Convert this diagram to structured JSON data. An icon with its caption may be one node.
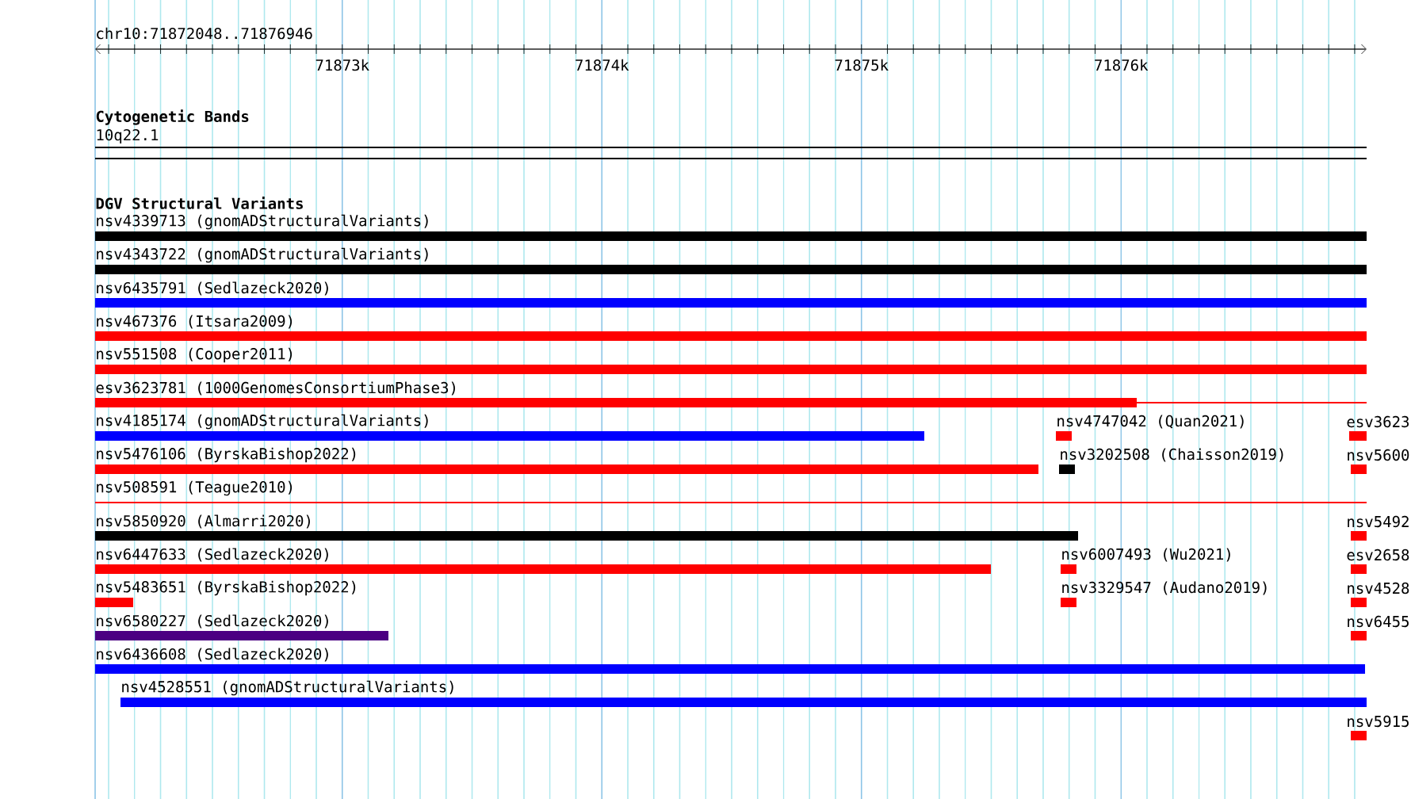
{
  "diagram": {
    "nodes": [
      {
        "text": [
          "nsv4339713 (gnomADStructuralVariants)"
        ]
      },
      {
        "text": [
          "nsv4343722 (gnomADStructuralVariants)"
        ]
      },
      {
        "text": [
          "nsv6435791 (Sedlazeck2020)"
        ]
      },
      {
        "text": [
          "nsv467376 (Itsara2009)"
        ]
      },
      {
        "text": [
          "nsv551508 (Cooper2011)"
        ]
      },
      {
        "text": [
          "esv3623781 (1000GenomesConsortiumPhase3)"
        ]
      },
      {
        "text": [
          "nsv4185174 (gnomADStructuralVariants)"
        ]
      },
      {
        "text": [
          "nsv4747042 (Quan2021)"
        ]
      },
      {
        "text": [
          "esv3623"
        ]
      },
      {
        "text": [
          "nsv5476106 (ByrskaBishop2022)"
        ]
      },
      {
        "text": [
          "nsv3202508 (Chaisson2019)"
        ]
      },
      {
        "text": [
          "nsv5600"
        ]
      },
      {
        "text": [
          "nsv508591 (Teague2010)"
        ]
      },
      {
        "text": [
          "nsv5850920 (Almarri2020)"
        ]
      },
      {
        "text": [
          "nsv5492"
        ]
      },
      {
        "text": [
          "nsv6447633 (Sedlazeck2020)"
        ]
      },
      {
        "text": [
          "nsv6007493 (Wu2021)"
        ]
      },
      {
        "text": [
          "esv2658"
        ]
      },
      {
        "text": [
          "nsv5483651 (ByrskaBishop2022)"
        ]
      },
      {
        "text": [
          "nsv3329547 (Audano2019)"
        ]
      },
      {
        "text": [
          "nsv4528"
        ]
      },
      {
        "text": [
          "nsv6580227 (Sedlazeck2020)"
        ]
      },
      {
        "text": [
          "nsv6455"
        ]
      },
      {
        "text": [
          "nsv6436608 (Sedlazeck2020)"
        ]
      },
      {
        "text": [
          "nsv4528551 (gnomADStructuralVariants)"
        ]
      },
      {
        "text": [
          "nsv5915"
        ]
      }
    ],
    "labels": [
      "chr10:71872048..71876946",
      "71873k",
      "71874k",
      "71875k",
      "71876k",
      "Cytogenetic Bands",
      "10q22.1",
      "DGV Structural Variants"
    ]
  }
}
